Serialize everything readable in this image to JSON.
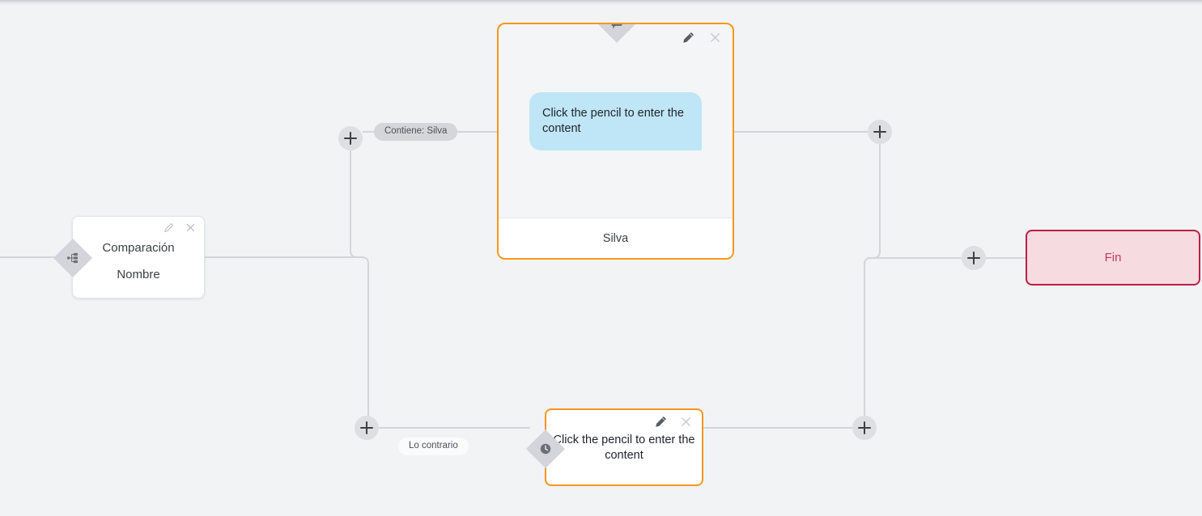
{
  "app": {
    "canvas_name": "flow-builder-canvas",
    "background_color": "#f2f3f5"
  },
  "colors": {
    "accent_orange": "#f7971d",
    "edge_gray": "#d3d5d9",
    "bubble_blue": "#bfe6f7",
    "end_border": "#bb2045",
    "end_fill": "#f6dbe0",
    "end_text": "#c2395b",
    "diamond_gray": "#d3d5da",
    "plus_gray": "#dddfe3"
  },
  "nodes": {
    "comparacion": {
      "title": "Comparación",
      "subtitle": "Nombre",
      "badge_icon": "branch-icon",
      "edit_icon": "pencil-icon",
      "close_icon": "close-icon"
    },
    "message": {
      "bubble_text": "Click the pencil to enter the content",
      "footer_text": "Silva",
      "badge_icon": "message-bubble-icon",
      "edit_icon": "pencil-icon",
      "close_icon": "close-icon"
    },
    "wait": {
      "text": "Click the pencil to enter the content",
      "badge_icon": "clock-icon",
      "edit_icon": "pencil-icon",
      "close_icon": "close-icon"
    },
    "fin": {
      "label": "Fin"
    }
  },
  "edge_labels": {
    "contiene": "Contiene: Silva",
    "contrario": "Lo contrario"
  },
  "add_buttons": [
    {
      "name": "add-node-top-left",
      "icon": "plus-icon"
    },
    {
      "name": "add-node-bottom-left",
      "icon": "plus-icon"
    },
    {
      "name": "add-node-top-right",
      "icon": "plus-icon"
    },
    {
      "name": "add-node-bottom-right",
      "icon": "plus-icon"
    },
    {
      "name": "add-node-before-end",
      "icon": "plus-icon"
    }
  ]
}
